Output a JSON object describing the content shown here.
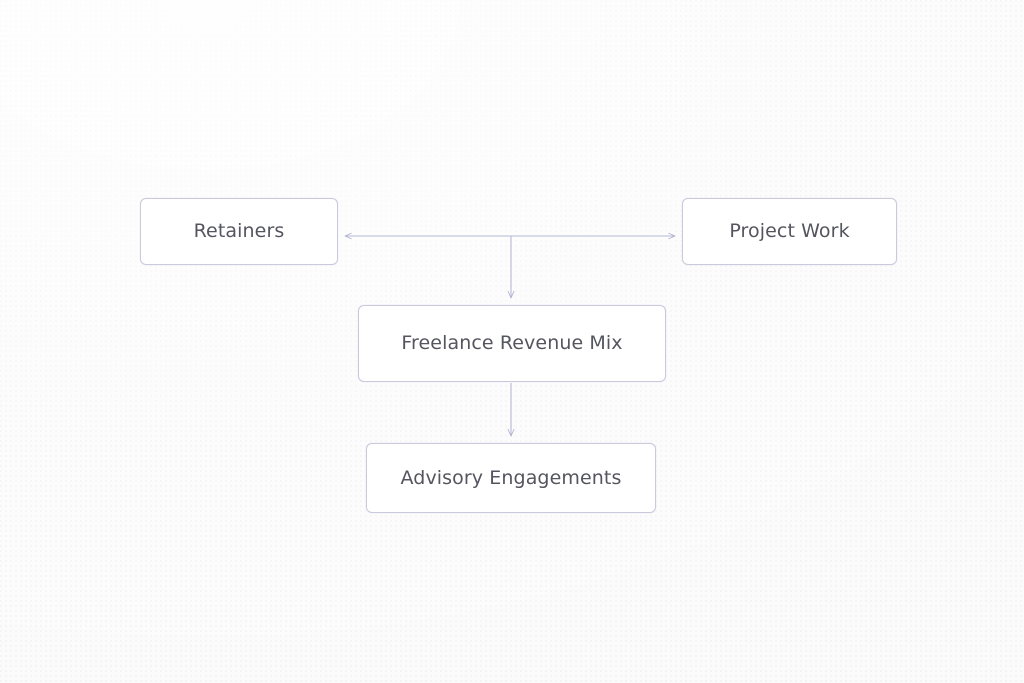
{
  "diagram": {
    "title": "Freelance Revenue Mix",
    "type": "flowchart",
    "background_color": "#fbfbfc",
    "node_border_color": "#c9cadd",
    "node_fill_color": "#ffffff",
    "node_text_color": "#55555f",
    "connector_color": "#b8b9d4",
    "nodes": [
      {
        "id": "retainers",
        "label": "Retainers"
      },
      {
        "id": "project-work",
        "label": "Project Work"
      },
      {
        "id": "freelance-revenue-mix",
        "label": "Freelance Revenue Mix"
      },
      {
        "id": "advisory-engagements",
        "label": "Advisory Engagements"
      }
    ],
    "edges": [
      {
        "id": "retainers-project-work",
        "from": "retainers",
        "to": "project-work",
        "direction": "bidirectional",
        "label": ""
      },
      {
        "id": "mix-inflow",
        "from": "retainers-project-work",
        "to": "freelance-revenue-mix",
        "direction": "forward",
        "label": ""
      },
      {
        "id": "mix-to-advisory",
        "from": "freelance-revenue-mix",
        "to": "advisory-engagements",
        "direction": "forward",
        "label": ""
      }
    ]
  }
}
